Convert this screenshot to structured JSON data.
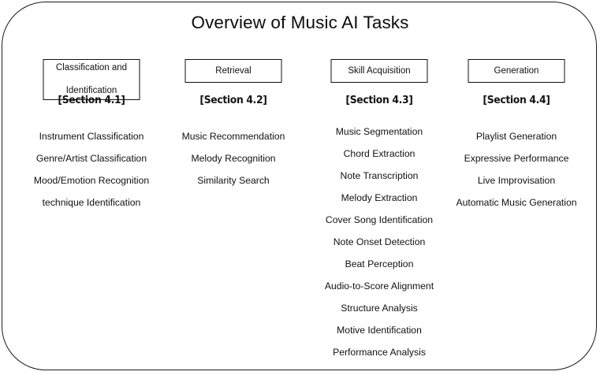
{
  "figure": {
    "title": "Overview of Music AI Tasks",
    "frame_border_color": "#1a1a1a",
    "background_color": "#ffffff",
    "text_color": "#111111"
  },
  "columns": [
    {
      "category": "Classification and Identification",
      "category_line1": "Classification and",
      "category_line2": "Identification",
      "section": "[Section 4.1]",
      "items": [
        "Instrument Classification",
        "Genre/Artist Classification",
        "Mood/Emotion Recognition",
        "technique Identification"
      ]
    },
    {
      "category": "Retrieval",
      "category_line1": "Retrieval",
      "category_line2": "",
      "section": "[Section 4.2]",
      "items": [
        "Music Recommendation",
        "Melody Recognition",
        "Similarity Search"
      ]
    },
    {
      "category": "Skill Acquisition",
      "category_line1": "Skill Acquisition",
      "category_line2": "",
      "section": "[Section 4.3]",
      "items": [
        "Music Segmentation",
        "Chord Extraction",
        "Note Transcription",
        "Melody Extraction",
        "Cover Song Identification",
        "Note Onset Detection",
        "Beat Perception",
        "Audio-to-Score Alignment",
        "Structure Analysis",
        "Motive Identification",
        "Performance Analysis"
      ]
    },
    {
      "category": "Generation",
      "category_line1": "Generation",
      "category_line2": "",
      "section": "[Section 4.4]",
      "items": [
        "Playlist Generation",
        "Expressive Performance",
        "Live Improvisation",
        "Automatic Music Generation"
      ]
    }
  ]
}
